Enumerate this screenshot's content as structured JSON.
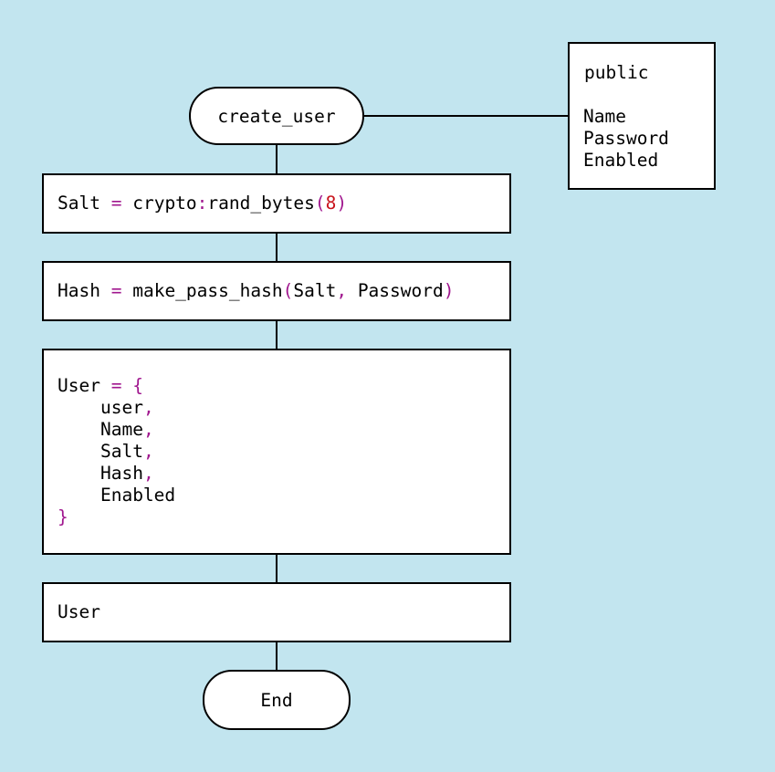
{
  "start_node": {
    "label": "create_user"
  },
  "end_node": {
    "label": "End"
  },
  "note": {
    "visibility": "public",
    "params": [
      "Name",
      "Password",
      "Enabled"
    ]
  },
  "steps": {
    "salt": {
      "var": "Salt",
      "op_eq": "=",
      "module": "crypto",
      "colon": ":",
      "func": "rand_bytes",
      "paren_open": "(",
      "arg": "8",
      "paren_close": ")"
    },
    "hash": {
      "var": "Hash",
      "op_eq": "=",
      "func": "make_pass_hash",
      "paren_open": "(",
      "arg1": "Salt",
      "comma": ",",
      "arg2": "Password",
      "paren_close": ")"
    },
    "user": {
      "var": "User",
      "op_eq": "=",
      "brace_open": "{",
      "fields": [
        "user",
        "Name",
        "Salt",
        "Hash",
        "Enabled"
      ],
      "comma": ",",
      "brace_close": "}"
    },
    "result": {
      "label": "User"
    }
  },
  "colors": {
    "background": "#c2e5ef",
    "operator": "#a0168e",
    "number": "#c8141c"
  }
}
